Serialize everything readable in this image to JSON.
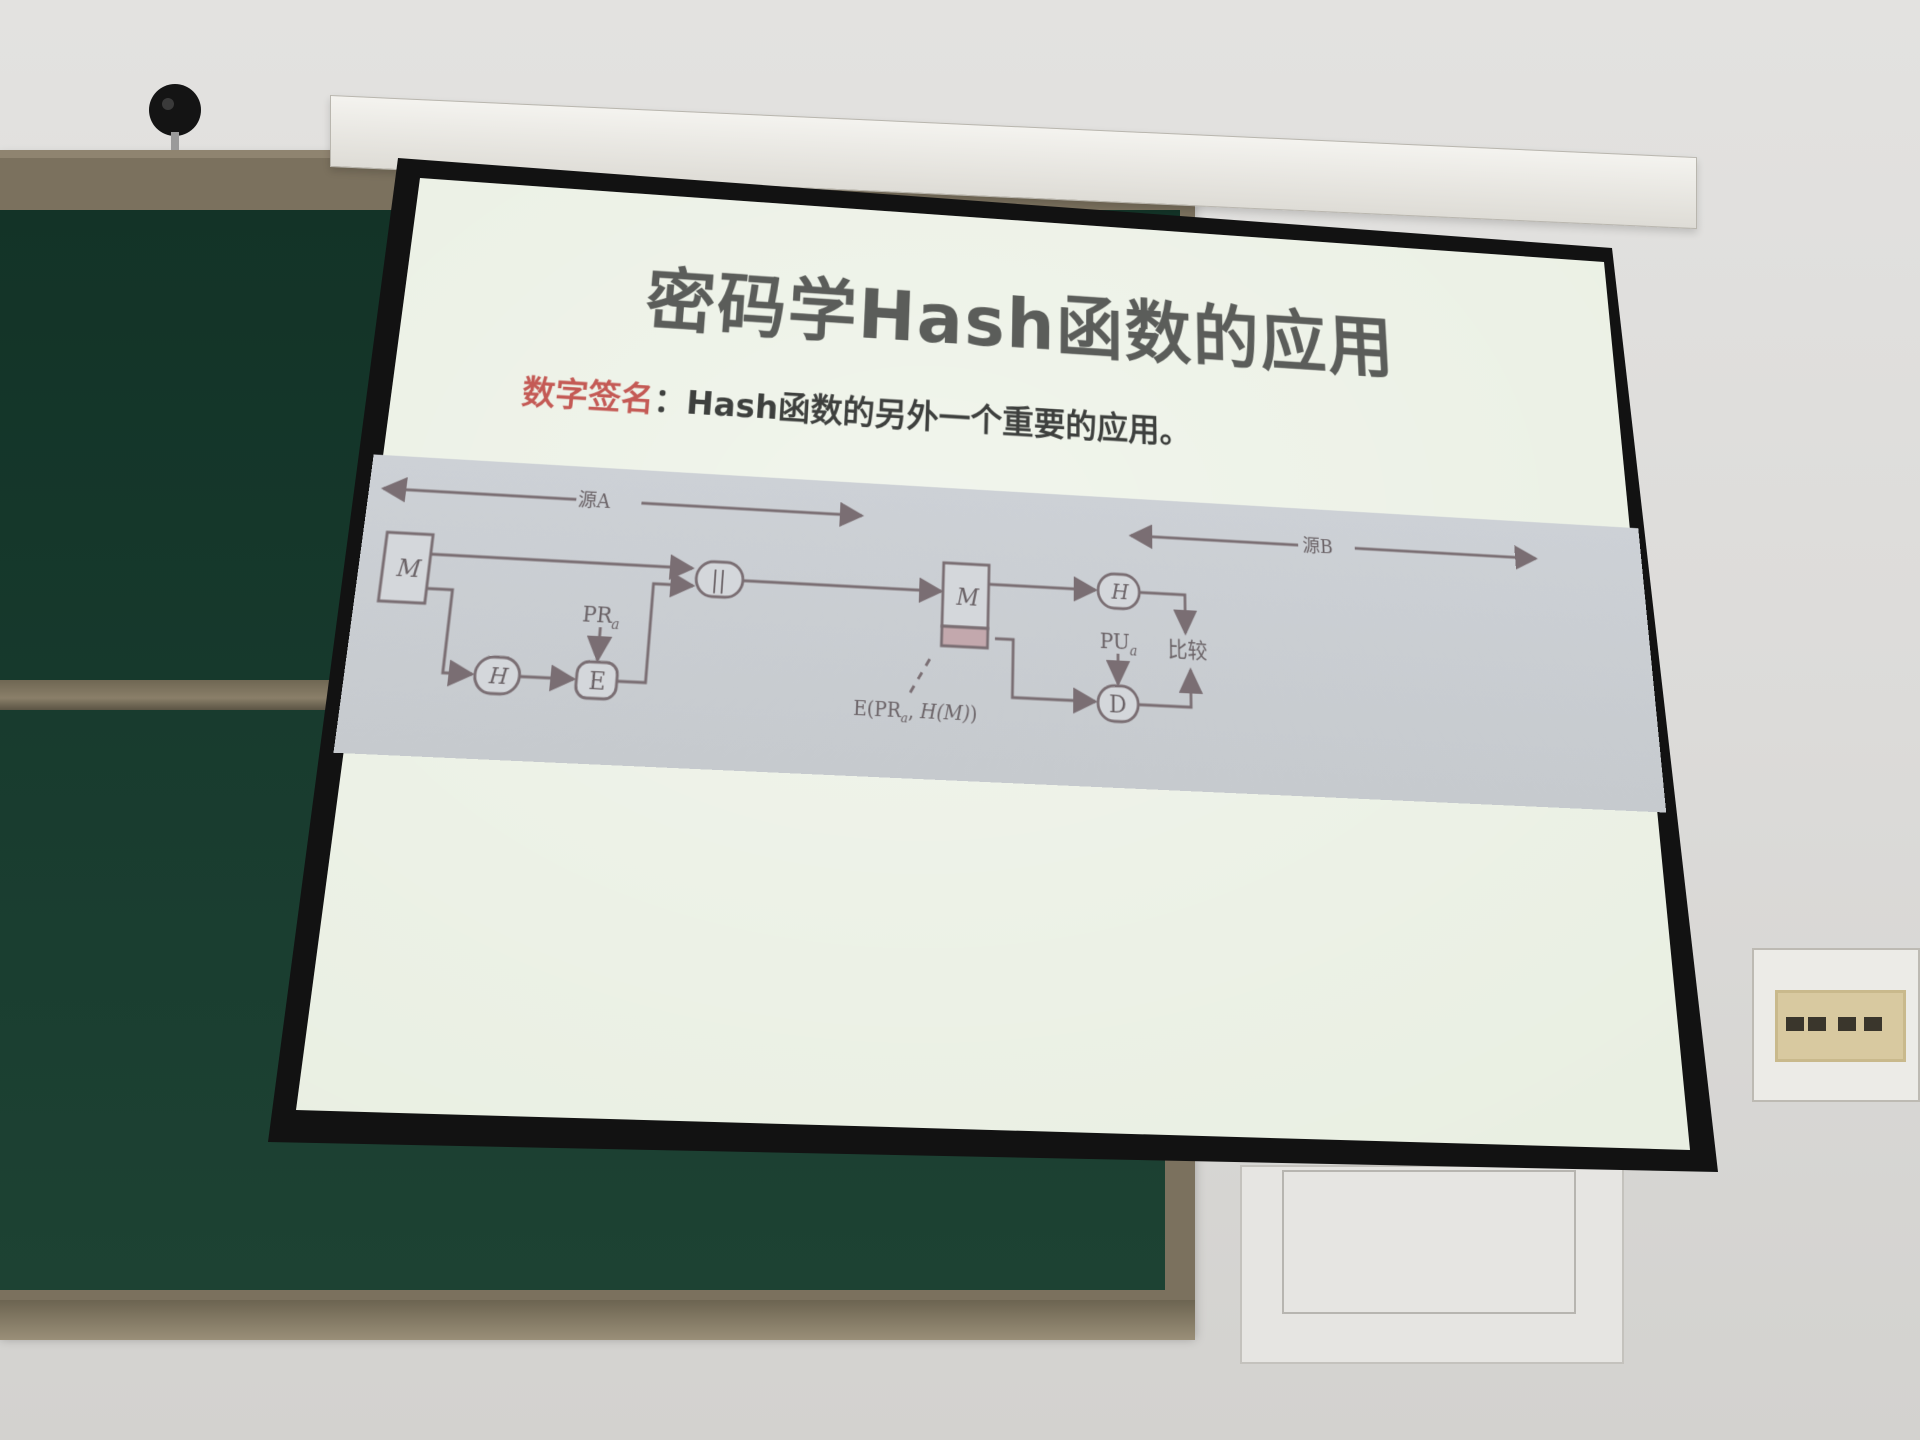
{
  "slide": {
    "title": "密码学Hash函数的应用",
    "subtitle_term": "数字签名",
    "subtitle_colon": "：",
    "subtitle_text": "Hash函数的另外一个重要的应用。"
  },
  "diagram": {
    "source_a_label": "源A",
    "source_b_label": "源B",
    "message_label": "M",
    "hash_label": "H",
    "encrypt_label": "E",
    "decrypt_label": "D",
    "concat_label": "||",
    "private_key_base": "PR",
    "private_key_sub": "a",
    "public_key_base": "PU",
    "public_key_sub": "a",
    "compare_label": "比较",
    "signature_prefix": "E(PR",
    "signature_sub": "a",
    "signature_mid": ", ",
    "signature_hash": "H(M)",
    "signature_suffix": ")"
  },
  "colors": {
    "screen_surface": "#e9efe2",
    "screen_border": "#121212",
    "blackboard": "#16392c",
    "wall": "#dcdbd9",
    "title_text": "#5b5d5a",
    "highlight_red": "#c45a55",
    "diagram_band": "#c9cdd2",
    "diagram_line": "#7a6e73"
  }
}
